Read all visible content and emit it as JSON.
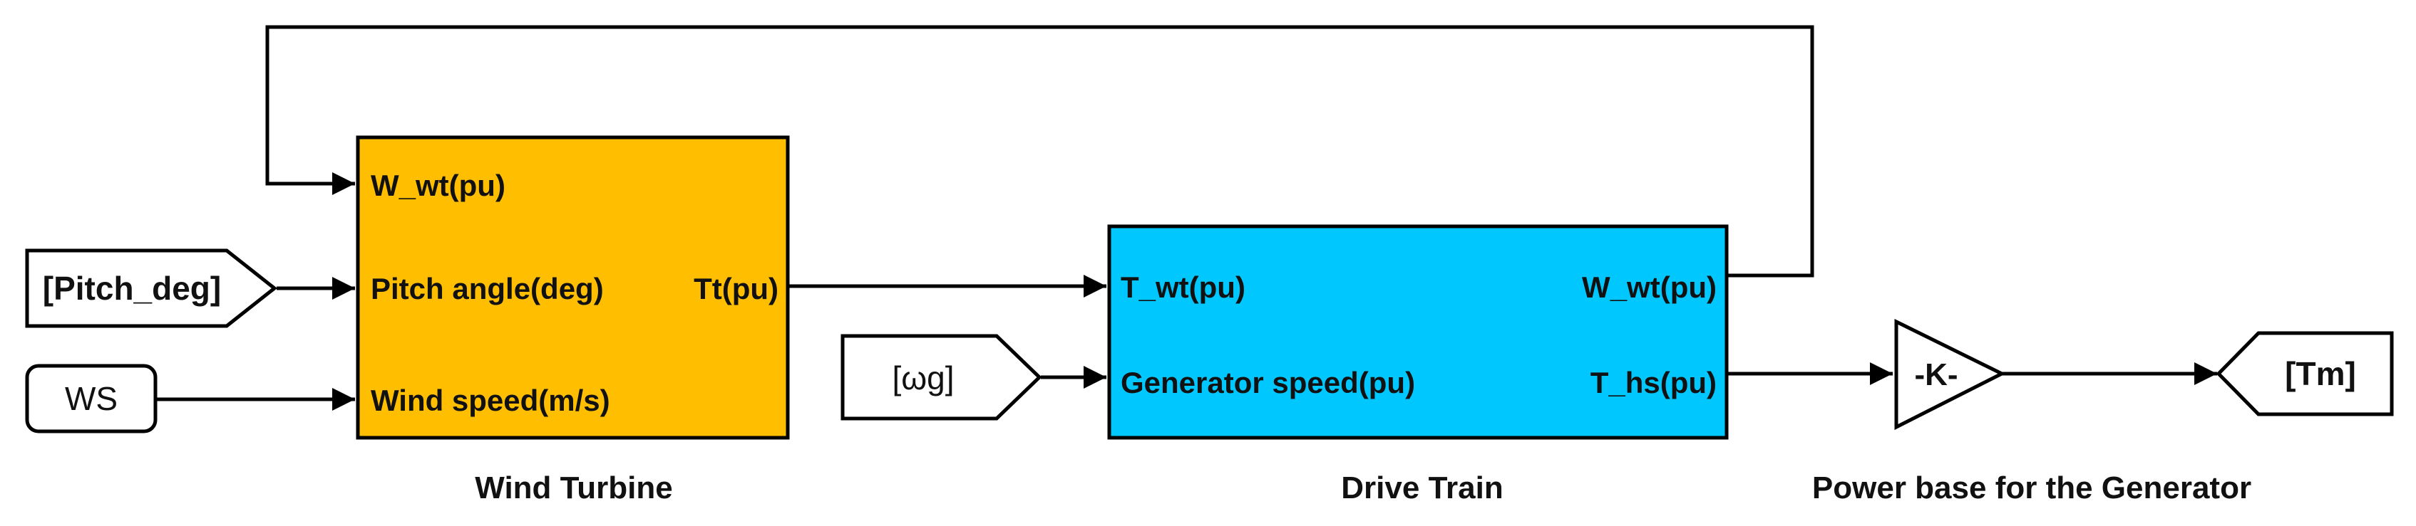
{
  "colors": {
    "wind_turbine_fill": "#FFBF00",
    "drive_train_fill": "#00C8FF",
    "line": "#000000",
    "tag_fill": "#FFFFFF"
  },
  "blocks": {
    "wind_turbine": {
      "caption": "Wind Turbine",
      "inputs": [
        "W_wt(pu)",
        "Pitch angle(deg)",
        "Wind speed(m/s)"
      ],
      "outputs": [
        "Tt(pu)"
      ]
    },
    "drive_train": {
      "caption": "Drive Train",
      "inputs": [
        "T_wt(pu)",
        "Generator speed(pu)"
      ],
      "outputs": [
        "W_wt(pu)",
        "T_hs(pu)"
      ]
    },
    "gain": {
      "label": "-K-",
      "caption": "Power base for the Generator"
    }
  },
  "tags": {
    "pitch": "[Pitch_deg]",
    "wind_speed": "WS",
    "omega_g": "[ωg]",
    "tm": "[Tm]"
  }
}
